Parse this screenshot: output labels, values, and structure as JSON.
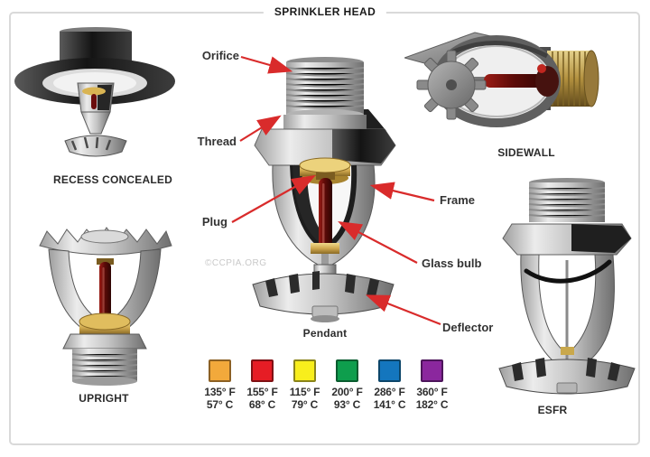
{
  "title": "SPRINKLER HEAD",
  "watermark": "©CCPIA.ORG",
  "callouts": {
    "orifice": "Orifice",
    "thread": "Thread",
    "plug": "Plug",
    "frame": "Frame",
    "glass_bulb": "Glass bulb",
    "deflector": "Deflector"
  },
  "types": {
    "recess_concealed": "RECESS CONCEALED",
    "pendant": "Pendant",
    "sidewall": "SIDEWALL",
    "upright": "UPRIGHT",
    "esfr": "ESFR"
  },
  "colors": {
    "arrow": "#D92B2B",
    "frame_border": "#D9D9D9",
    "label_text": "#333333",
    "title_text": "#1A1A1A"
  },
  "legend": {
    "items": [
      {
        "name": "orange",
        "fill": "#F2A93B",
        "border": "#8C6023",
        "f": "135° F",
        "c": "57° C"
      },
      {
        "name": "red",
        "fill": "#E61D25",
        "border": "#801114",
        "f": "155° F",
        "c": "68° C"
      },
      {
        "name": "yellow",
        "fill": "#F8EE1C",
        "border": "#8A841A",
        "f": "115° F",
        "c": "79° C"
      },
      {
        "name": "green",
        "fill": "#0E9E4D",
        "border": "#0A5C2F",
        "f": "200° F",
        "c": "93° C"
      },
      {
        "name": "blue",
        "fill": "#1476BE",
        "border": "#0C4569",
        "f": "286° F",
        "c": "141° C"
      },
      {
        "name": "purple",
        "fill": "#8B279E",
        "border": "#4D155B",
        "f": "360° F",
        "c": "182° C"
      }
    ]
  }
}
